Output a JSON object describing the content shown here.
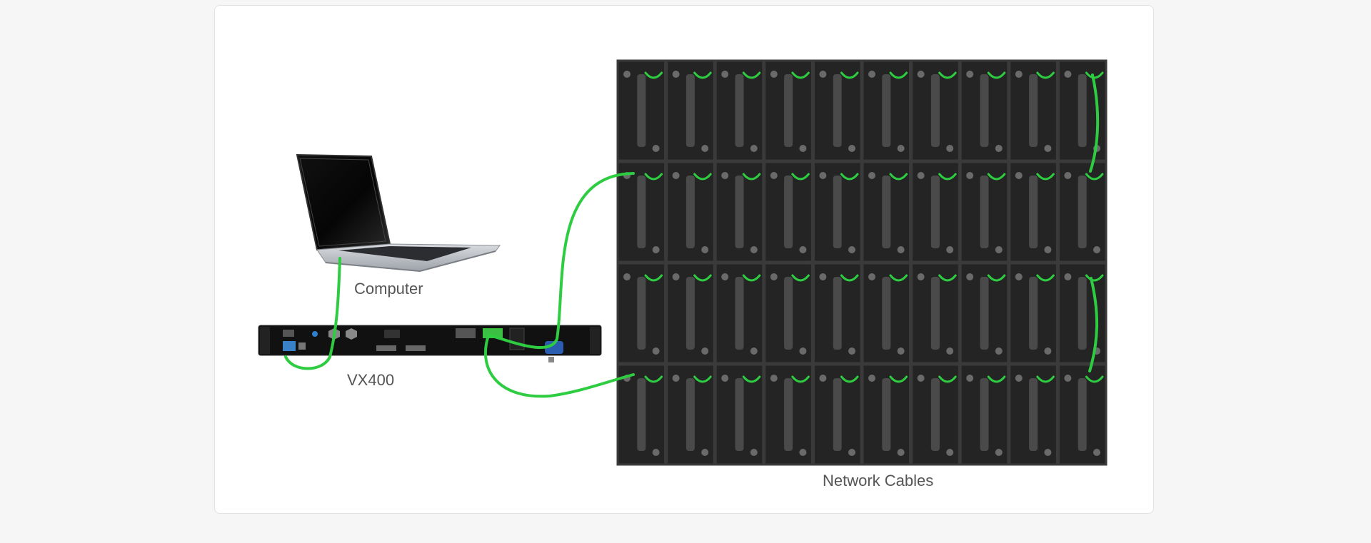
{
  "labels": {
    "computer": "Computer",
    "controller": "VX400",
    "cables": "Network Cables"
  },
  "colors": {
    "cable": "#2ecc40",
    "panel_dark": "#1e1e1e",
    "panel_frame": "#3a3a3a",
    "background": "#f6f6f6",
    "card": "#ffffff",
    "label_text": "#555555"
  },
  "wall": {
    "columns": 10,
    "rows": 4
  },
  "icons": {
    "computer": "laptop-icon",
    "controller": "video-controller-icon",
    "wall": "led-panel-icon"
  }
}
